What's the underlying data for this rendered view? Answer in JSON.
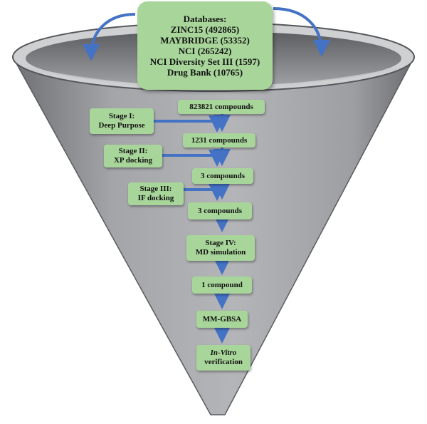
{
  "databases": {
    "title": "Databases:",
    "items": [
      "ZINC15 (492865)",
      "MAYBRIDGE (53352)",
      "NCI (265242)",
      "NCI Diversity Set III (1597)",
      "Drug Bank (10765)"
    ]
  },
  "flow": {
    "step1": "823821 compounds",
    "step2": "1231 compounds",
    "step3": "3 compounds",
    "step4": "3 compounds",
    "stage4_title": "Stage IV:",
    "stage4_name": "MD simulation",
    "step5": "1 compound",
    "step6": "MM-GBSA",
    "step7_italic": "In-Vitro",
    "step7_rest": "verification"
  },
  "stages": {
    "stage1_title": "Stage I:",
    "stage1_name": "Deep Purpose",
    "stage2_title": "Stage II:",
    "stage2_name": "XP docking",
    "stage3_title": "Stage III:",
    "stage3_name": "IF docking"
  },
  "colors": {
    "box_fill": "#a8d59a",
    "arrow": "#4472c4",
    "funnel": "#a7a8ab"
  }
}
